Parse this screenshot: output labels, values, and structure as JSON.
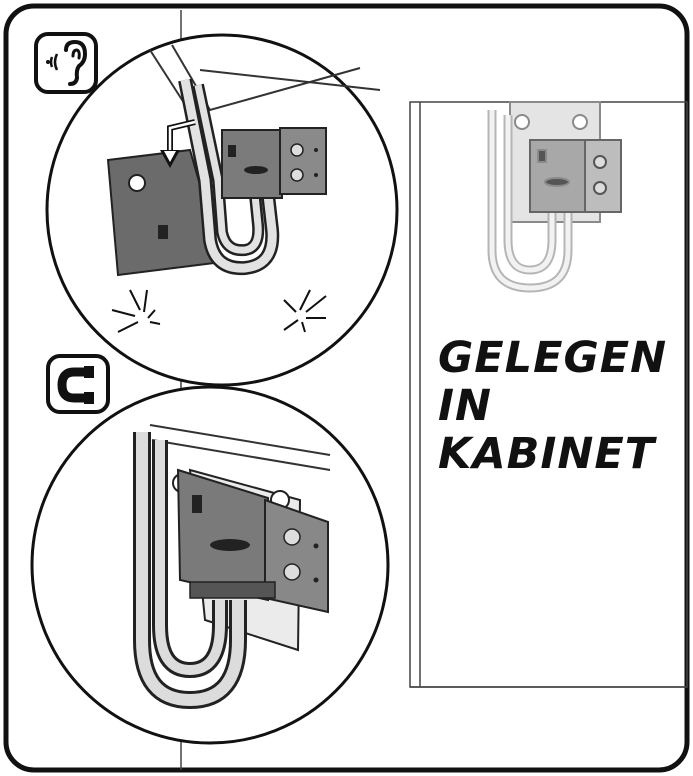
{
  "caption": {
    "lines": [
      "GELEGEN",
      "IN",
      "KABINET"
    ]
  },
  "icons": {
    "top": "ear-sound-icon",
    "bottom": "magnet-icon"
  },
  "colors": {
    "outline": "#1a1a1a",
    "box_fill": "#7b7b7b",
    "plate_fill": "#6a6a6a",
    "faded": "#9a9a9a",
    "tube_fill": "#d9d9d9"
  }
}
